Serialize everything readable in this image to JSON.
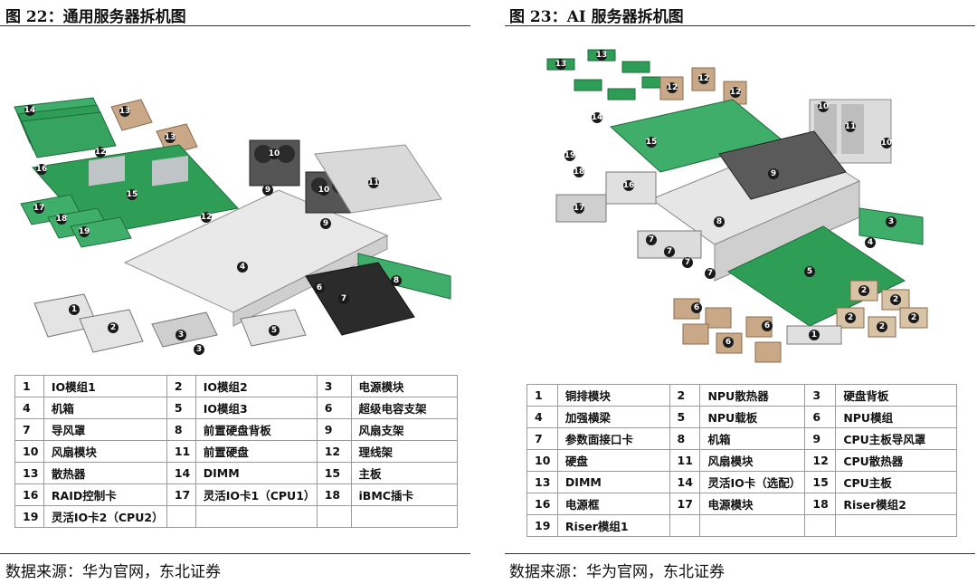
{
  "left": {
    "title": "图 22：通用服务器拆机图",
    "source": "数据来源：华为官网，东北证券",
    "legend": [
      [
        {
          "n": "1",
          "t": "IO模组1"
        },
        {
          "n": "2",
          "t": "IO模组2"
        },
        {
          "n": "3",
          "t": "电源模块"
        }
      ],
      [
        {
          "n": "4",
          "t": "机箱"
        },
        {
          "n": "5",
          "t": "IO模组3"
        },
        {
          "n": "6",
          "t": "超级电容支架"
        }
      ],
      [
        {
          "n": "7",
          "t": "导风罩"
        },
        {
          "n": "8",
          "t": "前置硬盘背板"
        },
        {
          "n": "9",
          "t": "风扇支架"
        }
      ],
      [
        {
          "n": "10",
          "t": "风扇模块"
        },
        {
          "n": "11",
          "t": "前置硬盘"
        },
        {
          "n": "12",
          "t": "理线架"
        }
      ],
      [
        {
          "n": "13",
          "t": "散热器"
        },
        {
          "n": "14",
          "t": "DIMM"
        },
        {
          "n": "15",
          "t": "主板"
        }
      ],
      [
        {
          "n": "16",
          "t": "RAID控制卡"
        },
        {
          "n": "17",
          "t": "灵活IO卡1（CPU1）"
        },
        {
          "n": "18",
          "t": "iBMC插卡"
        }
      ],
      [
        {
          "n": "19",
          "t": "灵活IO卡2（CPU2）"
        },
        {
          "n": "",
          "t": ""
        },
        {
          "n": "",
          "t": ""
        }
      ]
    ]
  },
  "right": {
    "title": "图 23：AI 服务器拆机图",
    "source": "数据来源：华为官网，东北证券",
    "legend": [
      [
        {
          "n": "1",
          "t": "铜排模块"
        },
        {
          "n": "2",
          "t": "NPU散热器"
        },
        {
          "n": "3",
          "t": "硬盘背板"
        }
      ],
      [
        {
          "n": "4",
          "t": "加强横梁"
        },
        {
          "n": "5",
          "t": "NPU载板"
        },
        {
          "n": "6",
          "t": "NPU模组"
        }
      ],
      [
        {
          "n": "7",
          "t": "参数面接口卡"
        },
        {
          "n": "8",
          "t": "机箱"
        },
        {
          "n": "9",
          "t": "CPU主板导风罩"
        }
      ],
      [
        {
          "n": "10",
          "t": "硬盘"
        },
        {
          "n": "11",
          "t": "风扇模块"
        },
        {
          "n": "12",
          "t": "CPU散热器"
        }
      ],
      [
        {
          "n": "13",
          "t": "DIMM"
        },
        {
          "n": "14",
          "t": "灵活IO卡（选配）"
        },
        {
          "n": "15",
          "t": "CPU主板"
        }
      ],
      [
        {
          "n": "16",
          "t": "电源框"
        },
        {
          "n": "17",
          "t": "电源模块"
        },
        {
          "n": "18",
          "t": "Riser模组2"
        }
      ],
      [
        {
          "n": "19",
          "t": "Riser模组1"
        },
        {
          "n": "",
          "t": ""
        },
        {
          "n": "",
          "t": ""
        }
      ]
    ]
  },
  "colors": {
    "pcb": "#2e9e57",
    "metal": "#d9d9d9",
    "dark": "#2b2b2b",
    "heatsink": "#c9a887"
  }
}
